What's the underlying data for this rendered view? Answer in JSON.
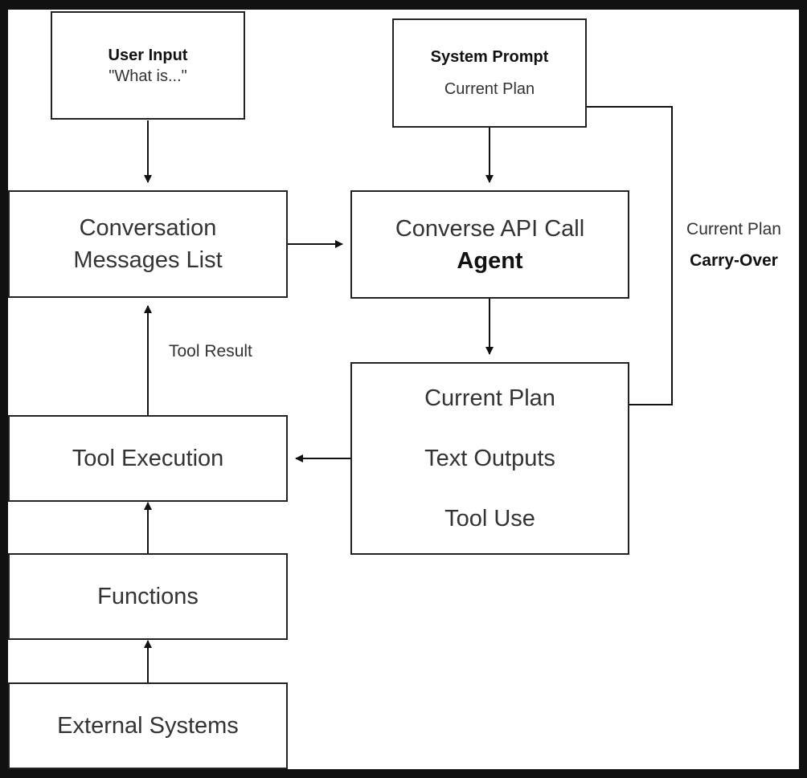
{
  "colors": {
    "frame": "#111111",
    "canvas": "#ffffff",
    "stroke": "#222222",
    "text": "#333333"
  },
  "nodes": {
    "user_input": {
      "title": "User Input",
      "subtitle": "\"What is...\""
    },
    "system_prompt": {
      "title": "System Prompt",
      "subtitle": "Current Plan"
    },
    "conversation": {
      "line1": "Conversation",
      "line2": "Messages List"
    },
    "converse_api": {
      "line1": "Converse API Call",
      "line2": "Agent"
    },
    "outputs": {
      "line1": "Current Plan",
      "line2": "Text Outputs",
      "line3": "Tool Use"
    },
    "tool_execution": {
      "label": "Tool Execution"
    },
    "functions": {
      "label": "Functions"
    },
    "external_systems": {
      "label": "External Systems"
    }
  },
  "edge_labels": {
    "tool_result": "Tool Result",
    "carry_over_line1": "Current Plan",
    "carry_over_line2": "Carry-Over"
  }
}
